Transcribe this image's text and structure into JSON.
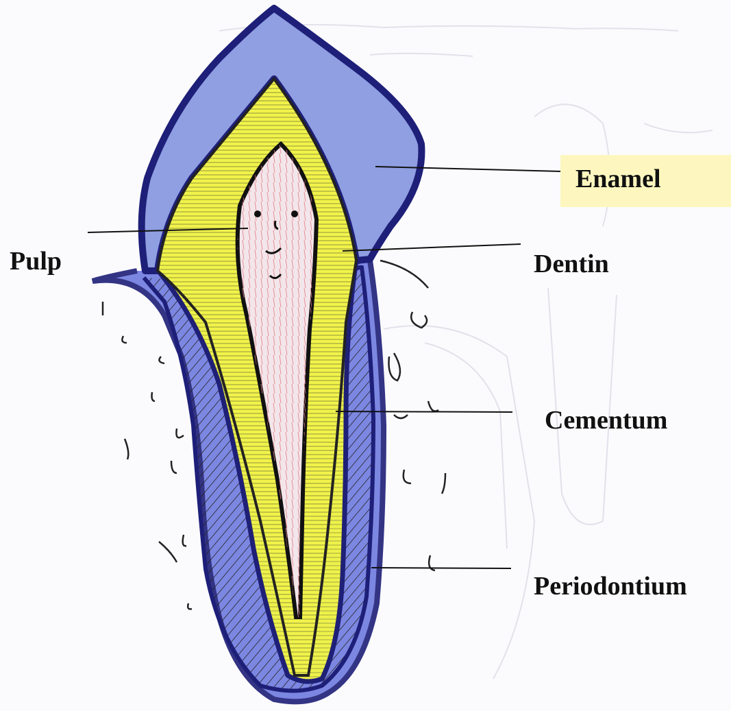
{
  "labels": {
    "enamel": "Enamel",
    "pulp": "Pulp",
    "dentin": "Dentin",
    "cementum": "Cementum",
    "periodontium": "Periodontium"
  },
  "colors": {
    "enamel_fill": "#8f9fe2",
    "outline": "#1e1f78",
    "dentin_fill": "#f1f34a",
    "pulp_fill": "#f3e6ea",
    "pulp_lines": "#e07a86",
    "periodontium_fill": "#5a68d8",
    "label_highlight": "#fdf7bf",
    "background": "#fbfbfd"
  }
}
